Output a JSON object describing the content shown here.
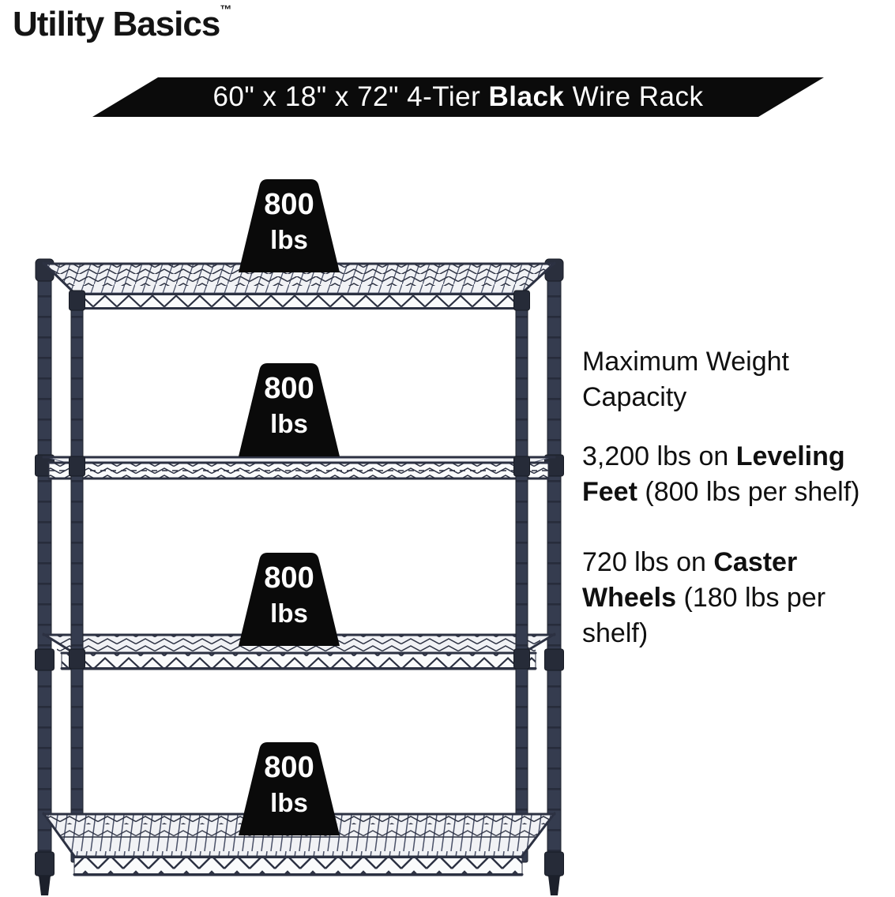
{
  "colors": {
    "banner_bg": "#0b0b0b",
    "banner_fg": "#ffffff",
    "weight_bg": "#0a0a0a",
    "weight_fg": "#ffffff",
    "text": "#111111",
    "rack_frame": "#353c4f",
    "rack_wire": "#2c3142"
  },
  "brand": {
    "name": "Utility Basics",
    "trademark": "™"
  },
  "banner": {
    "pre": "60\" x 18\" x 72\" 4-Tier ",
    "bold": "Black",
    "post": " Wire Rack"
  },
  "shelf_weights": [
    {
      "value": "800",
      "unit": "lbs"
    },
    {
      "value": "800",
      "unit": "lbs"
    },
    {
      "value": "800",
      "unit": "lbs"
    },
    {
      "value": "800",
      "unit": "lbs"
    }
  ],
  "info": {
    "heading": "Maximum Weight Capacity",
    "leveling": {
      "pre": "3,200 lbs on ",
      "bold": "Leveling Feet",
      "post": " (800 lbs per shelf)"
    },
    "caster": {
      "pre": "720 lbs on ",
      "bold": "Caster Wheels",
      "post": " (180 lbs per shelf)"
    }
  }
}
